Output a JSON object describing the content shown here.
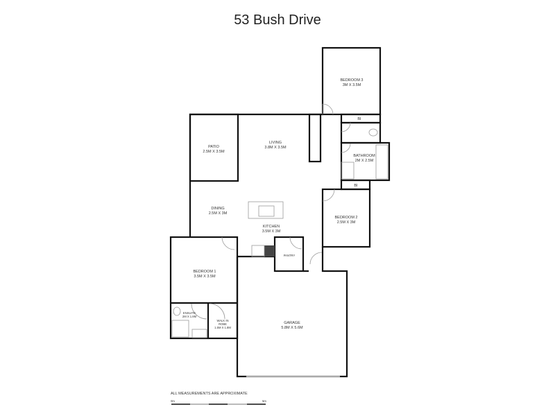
{
  "title": "53 Bush Drive",
  "rooms": {
    "bedroom3": {
      "name": "BEDROOM 3",
      "size": "3M X 3.5M"
    },
    "patio": {
      "name": "PATIO",
      "size": "2.5M X 3.5M"
    },
    "living": {
      "name": "LIVING",
      "size": "3.8M X 3.5M"
    },
    "bi1": {
      "name": "BI"
    },
    "bathroom": {
      "name": "BATHROOM",
      "size": "2M X 2.5M"
    },
    "bi2": {
      "name": "BI"
    },
    "dining": {
      "name": "DINING",
      "size": "2.5M X 3M"
    },
    "kitchen": {
      "name": "KITCHEN",
      "size": "3.5M X 3M"
    },
    "bedroom2": {
      "name": "BEDROOM 2",
      "size": "2.5M X 3M"
    },
    "pantry": {
      "name": "PANTRY"
    },
    "bedroom1": {
      "name": "BEDROOM 1",
      "size": "3.5M X 3.5M"
    },
    "ensuite": {
      "name": "ENSUITE",
      "size": "2M X 1.8M"
    },
    "walkin": {
      "name": "WALK IN",
      "name2": "ROBE",
      "size": "1.5M X 1.8M"
    },
    "garage": {
      "name": "GARAGE",
      "size": "5.8M X 5.6M"
    }
  },
  "note": "ALL MEASUREMENTS ARE APPROXIMATE",
  "scale": {
    "start": "0m",
    "end": "5m"
  }
}
